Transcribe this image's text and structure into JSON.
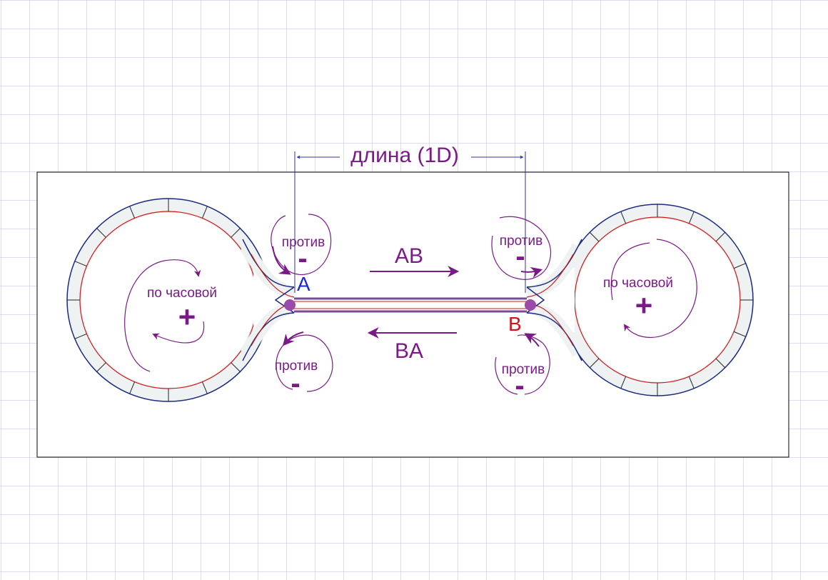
{
  "diagram": {
    "length_label": "длина (1D)",
    "point_a": "A",
    "point_b": "B",
    "direction_ab": "AB",
    "direction_ba": "BA",
    "left_loop": {
      "label": "по часовой",
      "sign": "+"
    },
    "right_loop": {
      "label": "по часовой",
      "sign": "+"
    },
    "counter": [
      {
        "label": "против",
        "sign": "-"
      },
      {
        "label": "против",
        "sign": "-"
      },
      {
        "label": "против",
        "sign": "-"
      },
      {
        "label": "против",
        "sign": "-"
      }
    ],
    "colors": {
      "purple": "#7a1a86",
      "blue": "#1a2ad0",
      "red": "#d0141a",
      "track_outer": "#1c2a80",
      "track_inner": "#cc1a1a",
      "track_fill": "#eef2f2",
      "frame": "#000000"
    }
  }
}
